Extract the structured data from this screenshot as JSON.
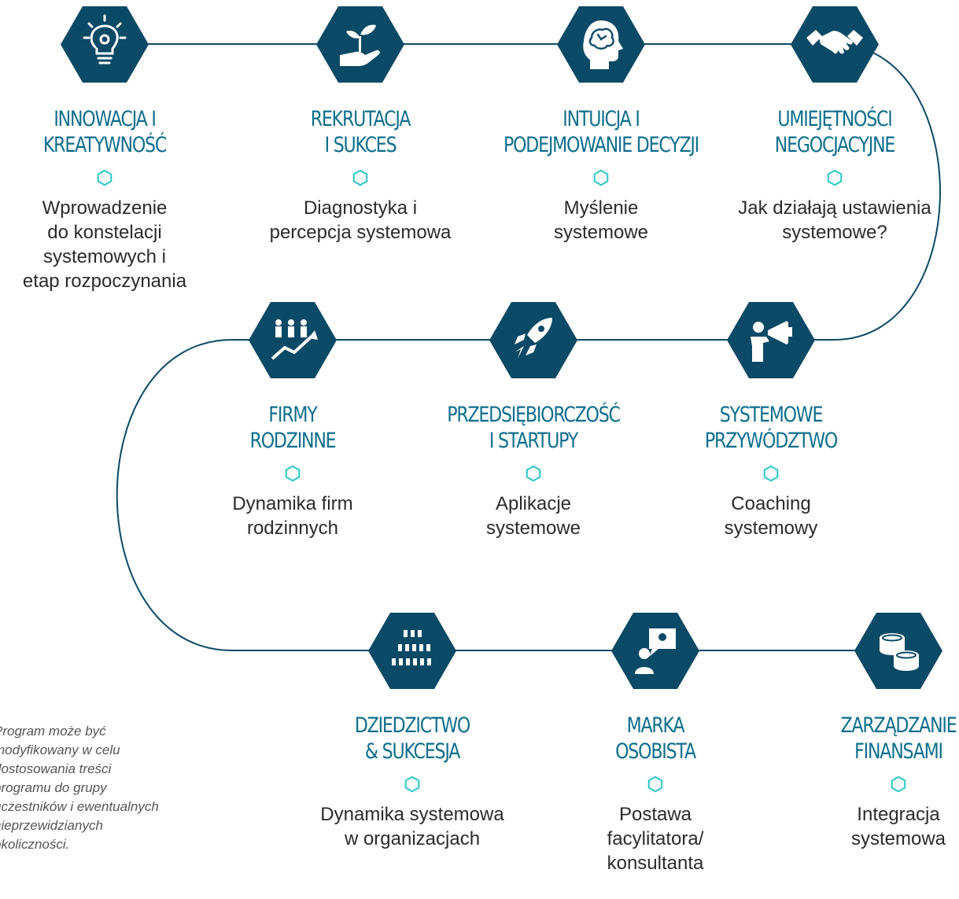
{
  "colors": {
    "hex": "#0b4a66",
    "title": "#0d6e8c",
    "bullet": "#2cc7c9",
    "line": "#0b4a66",
    "text": "#2b2b2b"
  },
  "rows": [
    [
      {
        "icon": "lightbulb-gear-icon",
        "title": [
          "INNOWACJA I",
          "KREATYWNOŚĆ"
        ],
        "desc": [
          "Wprowadzenie",
          "do konstelacji",
          "systemowych i",
          "etap rozpoczynania"
        ]
      },
      {
        "icon": "hand-sprout-icon",
        "title": [
          "REKRUTACJA",
          "I SUKCES"
        ],
        "desc": [
          "Diagnostyka i",
          "percepcja systemowa"
        ]
      },
      {
        "icon": "head-brain-icon",
        "title": [
          "INTUICJA I",
          "PODEJMOWANIE DECYZJI"
        ],
        "desc": [
          "Myślenie",
          "systemowe"
        ]
      },
      {
        "icon": "handshake-icon",
        "title": [
          "UMIEJĘTNOŚCI",
          "NEGOCJACYJNE"
        ],
        "desc": [
          "Jak działają ustawienia",
          "systemowe?"
        ]
      }
    ],
    [
      {
        "icon": "people-growth-icon",
        "title": [
          "FIRMY",
          "RODZINNE"
        ],
        "desc": [
          "Dynamika firm",
          "rodzinnych"
        ]
      },
      {
        "icon": "rocket-icon",
        "title": [
          "PRZEDSIĘBIORCZOŚĆ",
          "I STARTUPY"
        ],
        "desc": [
          "Aplikacje",
          "systemowe"
        ]
      },
      {
        "icon": "megaphone-person-icon",
        "title": [
          "SYSTEMOWE",
          "PRZYWÓDZTWO"
        ],
        "desc": [
          "Coaching",
          "systemowy"
        ]
      }
    ],
    [
      {
        "icon": "people-pyramid-icon",
        "title": [
          "DZIEDZICTWO",
          "& SUKCESJA"
        ],
        "desc": [
          "Dynamika systemowa",
          "w organizacjach"
        ]
      },
      {
        "icon": "presenter-idea-icon",
        "title": [
          "MARKA",
          "OSOBISTA"
        ],
        "desc": [
          "Postawa",
          "facylitatora/",
          "konsultanta"
        ]
      },
      {
        "icon": "coins-icon",
        "title": [
          "ZARZĄDZANIE",
          "FINANSAMI"
        ],
        "desc": [
          "Integracja",
          "systemowa"
        ]
      }
    ]
  ],
  "note": [
    "Program może być",
    "modyfikowany w celu",
    "dostosowania treści",
    "programu do grupy",
    "uczestników i ewentualnych",
    "nieprzewidzianych",
    "okoliczności."
  ]
}
